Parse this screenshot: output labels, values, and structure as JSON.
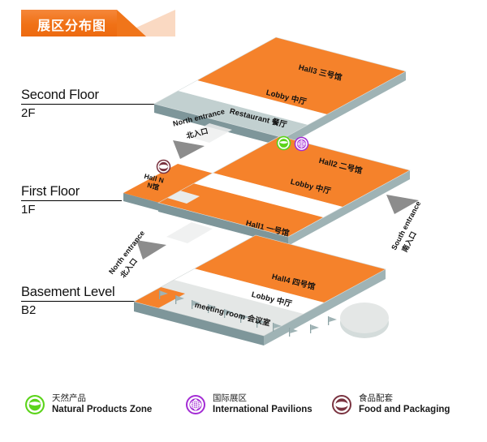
{
  "title": {
    "text": "展区分布图",
    "banner_color": "#F0751A",
    "tail_color": "#FAD9C2"
  },
  "palette": {
    "hall_orange": "#F5822B",
    "slab_edge": "#9FB3B5",
    "slab_side": "#7E969A",
    "lobby_white": "#FFFFFF",
    "restaurant_gray": "#C2D0D0",
    "basement_gray": "#E4E7E6",
    "green": "#5BD41A",
    "purple": "#A32BD4",
    "maroon": "#7A3340"
  },
  "floors": [
    {
      "id": "2F",
      "name": "Second Floor",
      "code": "2F"
    },
    {
      "id": "1F",
      "name": "First Floor",
      "code": "1F"
    },
    {
      "id": "B2",
      "name": "Basement Level",
      "code": "B2"
    }
  ],
  "map_labels": {
    "hall3": "Hall3  三号馆",
    "lobby_2f": "Lobby  中厅",
    "restaurant": "Restaurant  餐厅",
    "hall2": "Hall2  二号馆",
    "lobby_1f": "Lobby  中厅",
    "hall1": "Hall1  一号馆",
    "hall_n": "Hall N",
    "hall_n_cn": "N馆",
    "hall4": "Hall4  四号馆",
    "lobby_b2": "Lobby  中厅",
    "meeting_room": "meeting room  会议室"
  },
  "entrances": [
    {
      "id": "north-2f",
      "en": "North entrance",
      "cn": "北入口"
    },
    {
      "id": "north-1f",
      "en": "North entrance",
      "cn": "北入口"
    },
    {
      "id": "south-1f",
      "en": "South entrance",
      "cn": "南入口"
    }
  ],
  "legend": [
    {
      "id": "natural",
      "icon": "leaf-icon",
      "color": "#5BD41A",
      "cn": "天然产品",
      "en": "Natural Products Zone"
    },
    {
      "id": "international",
      "icon": "globe-icon",
      "color": "#A32BD4",
      "cn": "国际展区",
      "en": "International Pavilions"
    },
    {
      "id": "food",
      "icon": "food-icon",
      "color": "#7A3340",
      "cn": "食品配套",
      "en": "Food and Packaging"
    }
  ],
  "map_badges": [
    {
      "id": "hall2-natural",
      "legend": "natural"
    },
    {
      "id": "hall2-international",
      "legend": "international"
    },
    {
      "id": "halln-food",
      "legend": "food"
    }
  ]
}
